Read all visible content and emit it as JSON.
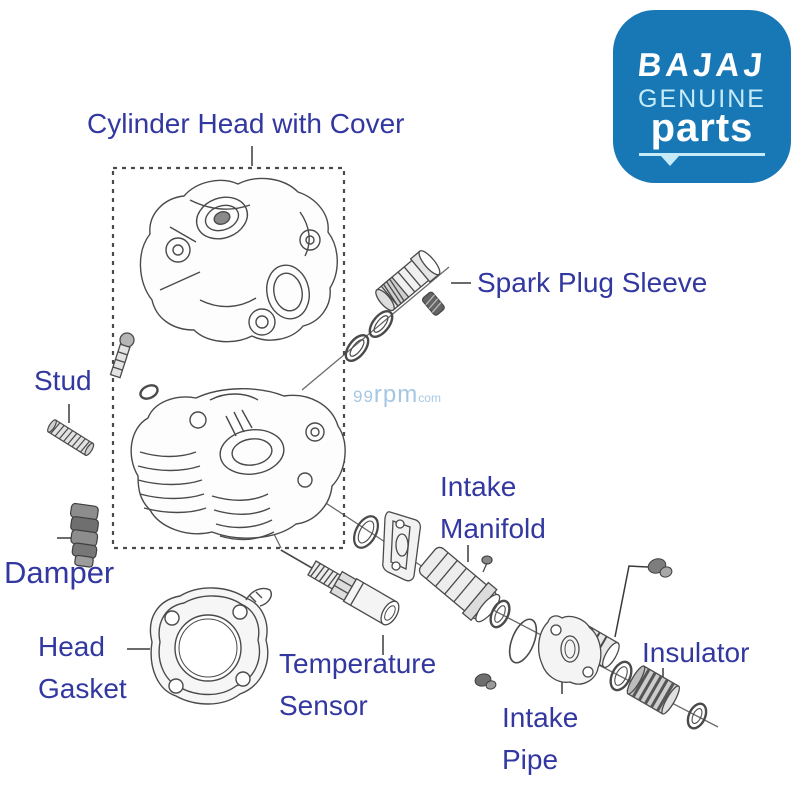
{
  "page": {
    "background": "#ffffff"
  },
  "label_color": "#3238a0",
  "logo": {
    "brand": "BAJAJ",
    "genuine": "GENUINE",
    "parts": "parts",
    "bg_color": "#1878b6",
    "accent_color": "#c5ebf8"
  },
  "watermark": {
    "num": "99",
    "rpm": "rpm",
    "com": "com",
    "color": "#a6c7e3"
  },
  "labels": {
    "cylinder_head_cover": "Cylinder Head with Cover",
    "spark_plug_sleeve": "Spark Plug Sleeve",
    "stud": "Stud",
    "damper": "Damper",
    "head_gasket": "Head\nGasket",
    "temperature_sensor": "Temperature\nSensor",
    "intake_manifold": "Intake\nManifold",
    "intake_pipe": "Intake\nPipe",
    "insulator": "Insulator"
  }
}
